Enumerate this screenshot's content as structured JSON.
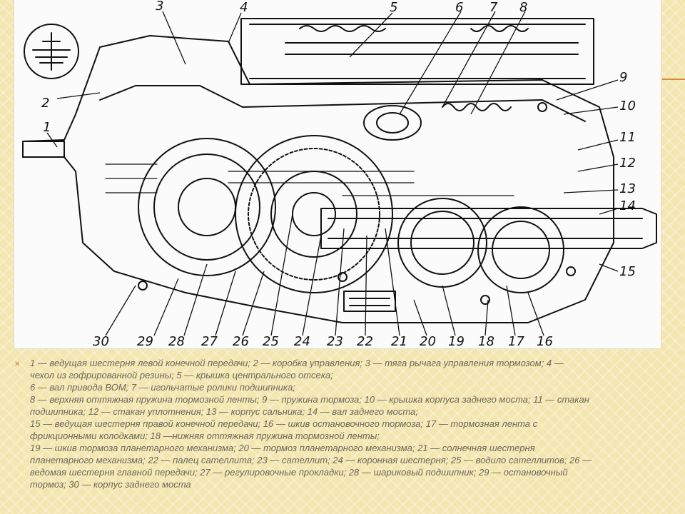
{
  "slide": {
    "accent_color": "#e07a2b",
    "background_color": "#f3e6b0"
  },
  "diagram": {
    "callouts": [
      "1",
      "2",
      "3",
      "4",
      "5",
      "6",
      "7",
      "8",
      "9",
      "10",
      "11",
      "12",
      "13",
      "14",
      "15",
      "16",
      "17",
      "18",
      "19",
      "20",
      "21",
      "22",
      "23",
      "24",
      "25",
      "26",
      "27",
      "28",
      "29",
      "30"
    ]
  },
  "caption": {
    "bullet_icon": "x-bullet",
    "lines": [
      "1 — ведущая шестерня левой конечной передачи; 2 — коробка управления; 3 — тяга рычага управления тормозом; 4 —",
      "чехол из гофрированной резины; 5 — крышка центрального отсека;",
      "6 — вал привода ВОМ; 7 — игольчатые ролики подшипника;",
      "8 — верхняя оттяжная пружина тормозной ленты; 9 — пружина тормоза; 10 — крышка корпуса заднего моста; 11 — стакан",
      "подшипника; 12 — стакан уплотнения; 13 — корпус сальника; 14 — вал заднего моста;",
      "15 — ведущая шестерня правой конечной передачи; 16 — шкив остановочного тормоза; 17 — тормозная лента с",
      "фрикционными колодками; 18 —нижняя оттяжная пружина тормозной ленты;",
      "19 — шкив тормоза планетарного механизма; 20 — тормоз планетарного механизма; 21 — солнечная шестерня",
      "планетарного механизма; 22 — палец сателлита; 23 — сателлит; 24 — коронная шестерня; 25 — водило сателлитов; 26 —",
      "ведомая шестерня главной передачи; 27 — регулировочные прокладки; 28 — шариковый подшипник; 29 — остановочный",
      "тормоз; 30 — корпус заднего моста"
    ]
  }
}
